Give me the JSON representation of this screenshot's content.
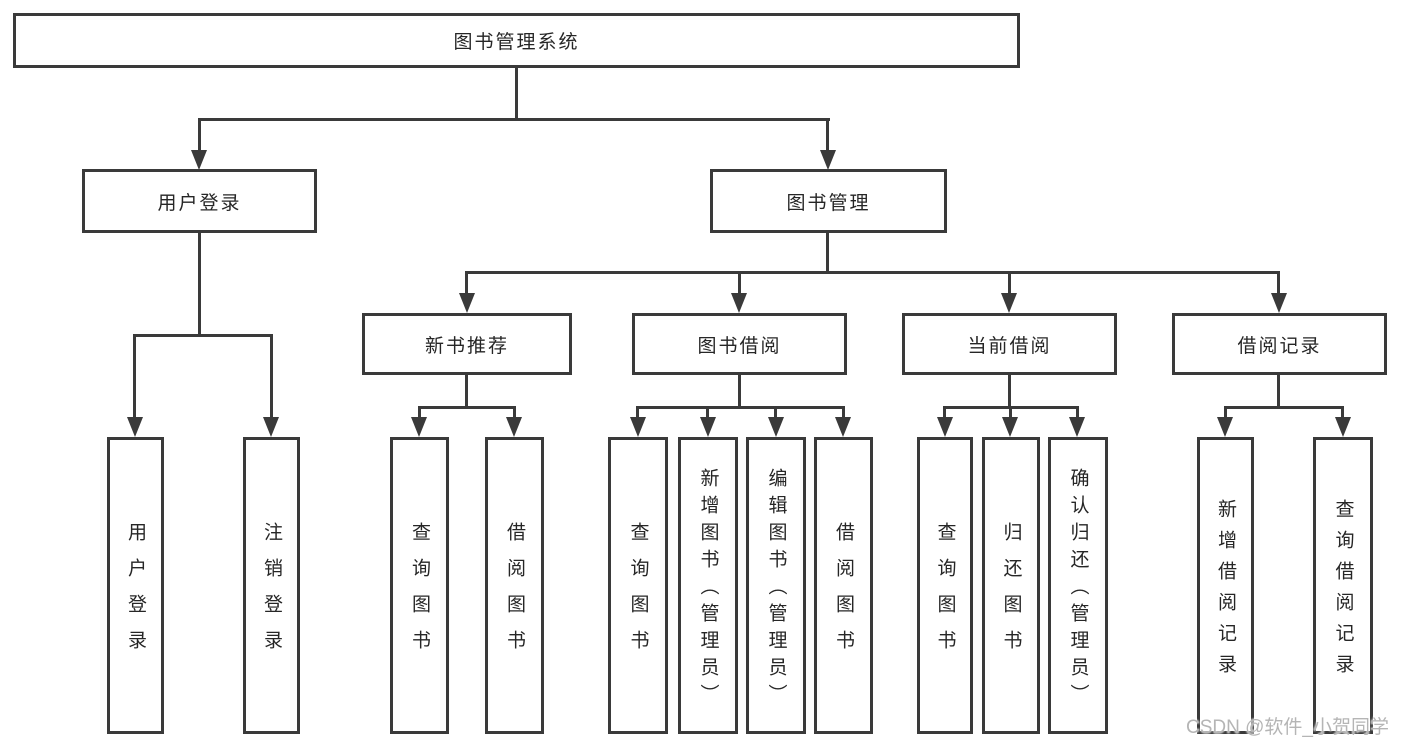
{
  "diagram": {
    "root": {
      "label": "图书管理系统"
    },
    "branches": [
      {
        "label": "用户登录",
        "children": [
          {
            "label": "用户登录"
          },
          {
            "label": "注销登录"
          }
        ]
      },
      {
        "label": "图书管理",
        "children": [
          {
            "label": "新书推荐",
            "children": [
              {
                "label": "查询图书"
              },
              {
                "label": "借阅图书"
              }
            ]
          },
          {
            "label": "图书借阅",
            "children": [
              {
                "label": "查询图书"
              },
              {
                "label": "新增图书（管理员）"
              },
              {
                "label": "编辑图书（管理员）"
              },
              {
                "label": "借阅图书"
              }
            ]
          },
          {
            "label": "当前借阅",
            "children": [
              {
                "label": "查询图书"
              },
              {
                "label": "归还图书"
              },
              {
                "label": "确认归还（管理员）"
              }
            ]
          },
          {
            "label": "借阅记录",
            "children": [
              {
                "label": "新增借阅记录"
              },
              {
                "label": "查询借阅记录"
              }
            ]
          }
        ]
      }
    ],
    "watermark": "CSDN @软件_小贺同学",
    "colors": {
      "line": "#3a3a3a",
      "text": "#262626",
      "background": "#ffffff",
      "watermark": "#b5b5b5"
    }
  }
}
